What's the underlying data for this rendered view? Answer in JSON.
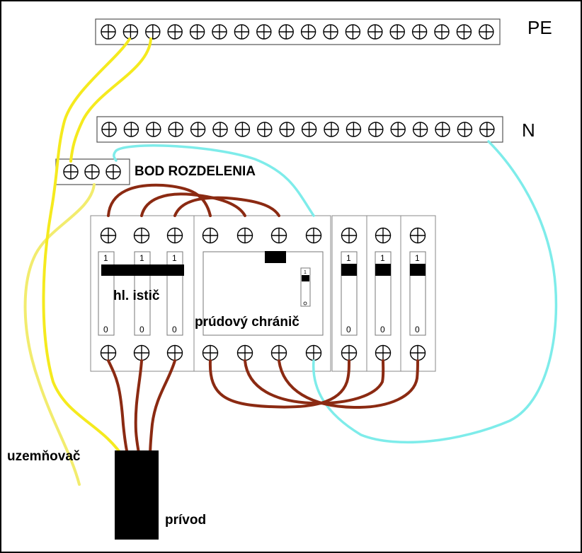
{
  "labels": {
    "pe": "PE",
    "n": "N",
    "bod_rozdelenia": "BOD ROZDELENIA",
    "hl_istic": "hl. istič",
    "prudovy_chranic": "prúdový chránič",
    "uzemnovac": "uzemňovač",
    "privod": "prívod"
  },
  "switch_marks": {
    "on": "1",
    "off": "0"
  },
  "terminal_counts": {
    "pe_bar": 18,
    "n_bar": 18,
    "split_block": 3
  },
  "colors": {
    "protective_earth_wire": "#f5ea1e",
    "earth_electrode_wire": "#f2ec6e",
    "neutral_wire": "#7eecea",
    "phase_wire": "#8b2a12",
    "frame": "#000000"
  }
}
